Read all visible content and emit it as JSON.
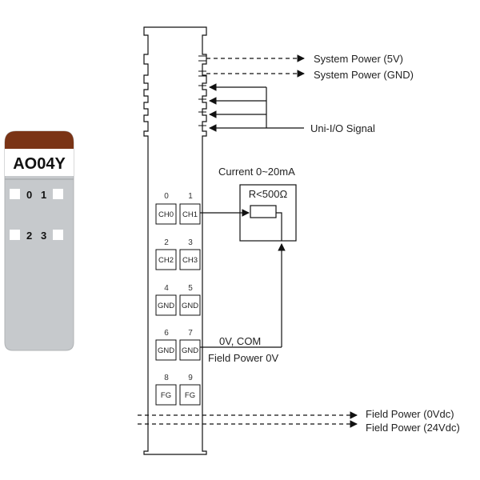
{
  "module": {
    "name": "AO04Y",
    "led_labels": [
      "0",
      "1",
      "2",
      "3"
    ],
    "header_color": "#7a3416",
    "body_color": "#c6c9cc"
  },
  "terminals": [
    {
      "number": "0",
      "label": "CH0"
    },
    {
      "number": "1",
      "label": "CH1"
    },
    {
      "number": "2",
      "label": "CH2"
    },
    {
      "number": "3",
      "label": "CH3"
    },
    {
      "number": "4",
      "label": "GND"
    },
    {
      "number": "5",
      "label": "GND"
    },
    {
      "number": "6",
      "label": "GND"
    },
    {
      "number": "7",
      "label": "GND"
    },
    {
      "number": "8",
      "label": "FG"
    },
    {
      "number": "9",
      "label": "FG"
    }
  ],
  "labels": {
    "system_power_5v": "System Power (5V)",
    "system_power_gnd": "System Power (GND)",
    "uni_io_signal": "Uni-I/O Signal",
    "current": "Current 0~20mA",
    "resistor": "R<500Ω",
    "com": "0V, COM",
    "field_power_0v_line": "Field Power 0V",
    "field_power_0vdc": "Field Power (0Vdc)",
    "field_power_24vdc": "Field Power (24Vdc)"
  }
}
